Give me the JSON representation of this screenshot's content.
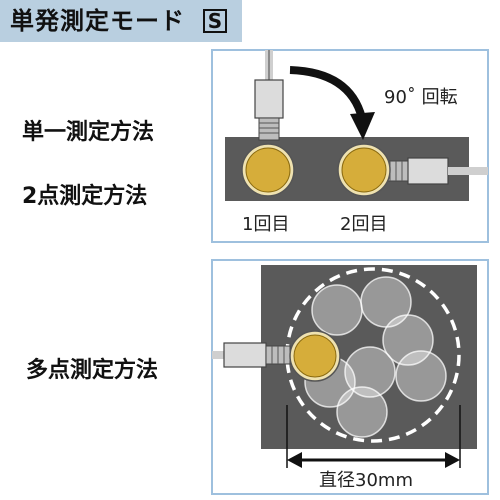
{
  "header": {
    "title": "単発測定モード",
    "mode_badge": "S"
  },
  "methods": {
    "single": "単一測定方法",
    "two_point": "2点測定方法",
    "multi_point": "多点測定方法"
  },
  "two_point_figure": {
    "rotation_label": "90˚ 回転",
    "first_label": "1回目",
    "second_label": "2回目"
  },
  "multi_point_figure": {
    "diameter_label": "直径30mm"
  },
  "colors": {
    "header_bg": "#b9cfe0",
    "panel_border": "#9ec0de",
    "plate": "#5a5a5a",
    "sensor_face": "#d6ad3a",
    "sensor_ring": "#efe2b0"
  }
}
